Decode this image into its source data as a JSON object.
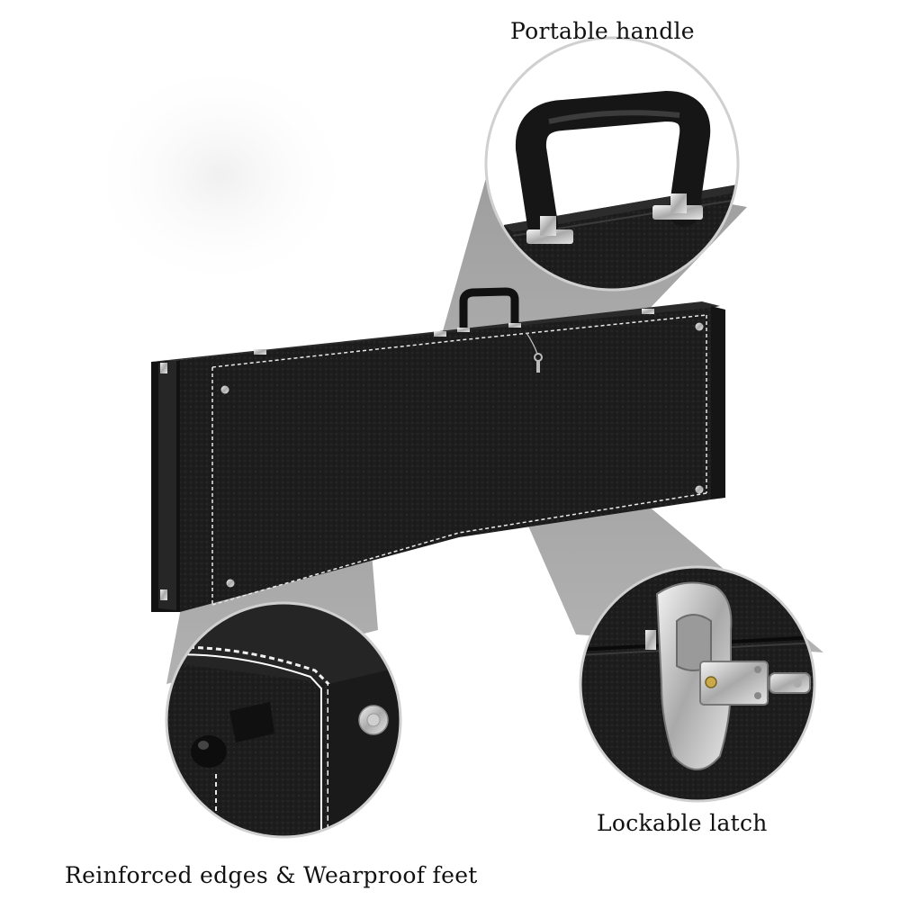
{
  "captions": {
    "handle": "Portable handle",
    "latch": "Lockable latch",
    "edges": "Reinforced edges & Wearproof feet"
  },
  "colors": {
    "background": "#ffffff",
    "case_black": "#1c1c1c",
    "spotlight_gray": "#8a8a8a",
    "chrome": "#c8c8c8",
    "stitch": "#e8e8e8",
    "circle_border": "#cfcfcf"
  },
  "icons": {
    "handle": "handle-icon",
    "latch": "latch-icon",
    "foot": "foot-icon",
    "key": "key-icon"
  }
}
